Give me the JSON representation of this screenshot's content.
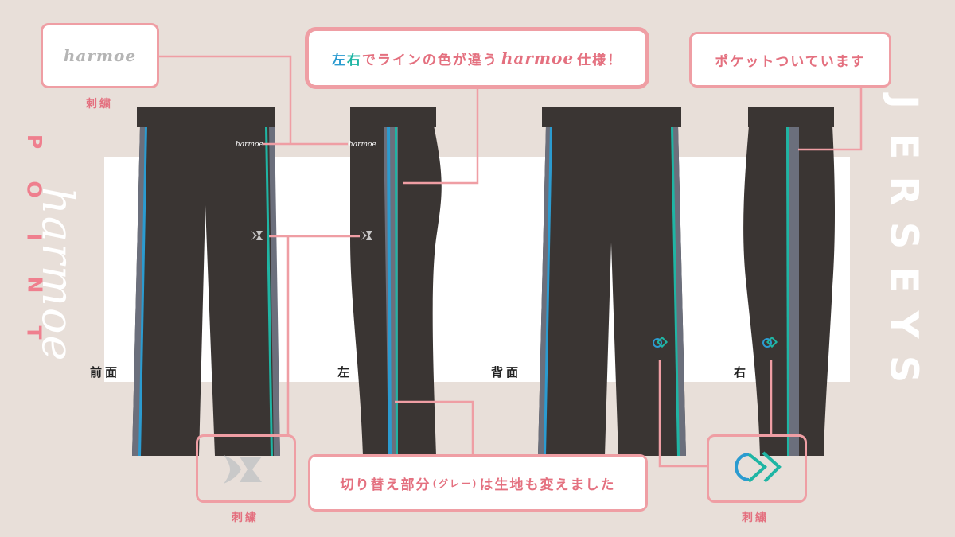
{
  "callouts": {
    "embroidery_logo": "harmoe",
    "line_color_pre_a": "左",
    "line_color_pre_b": "右",
    "line_color_text": "でラインの色が違う",
    "line_color_brand": "harmoe",
    "line_color_post": "仕様！",
    "pocket": "ポケットついています",
    "panel_material": "切り替え部分",
    "panel_material_paren": "(グレー)",
    "panel_material_post": "は生地も変えました"
  },
  "labels": {
    "embroidery_top": "刺繍",
    "embroidery_bottom_left": "刺繍",
    "embroidery_bottom_right": "刺繍",
    "view_front": "前面",
    "view_left": "左",
    "view_back": "背面",
    "view_right": "右",
    "garment_logo_front": "harmoe",
    "garment_logo_left": "harmoe"
  },
  "side_text": {
    "point_letters": [
      "P",
      "O",
      "I",
      "N",
      "T"
    ],
    "jerseys_letters": [
      "J",
      "E",
      "R",
      "S",
      "E",
      "Y",
      "S"
    ],
    "brand_vertical": "harmoe"
  },
  "colors": {
    "background": "#e8dfd9",
    "pink": "#ef9ea4",
    "pants": "#3a3533",
    "gray_panel": "#6b6f7c",
    "teal_line": "#1fb5a4",
    "blue_line": "#2b9bd0"
  }
}
